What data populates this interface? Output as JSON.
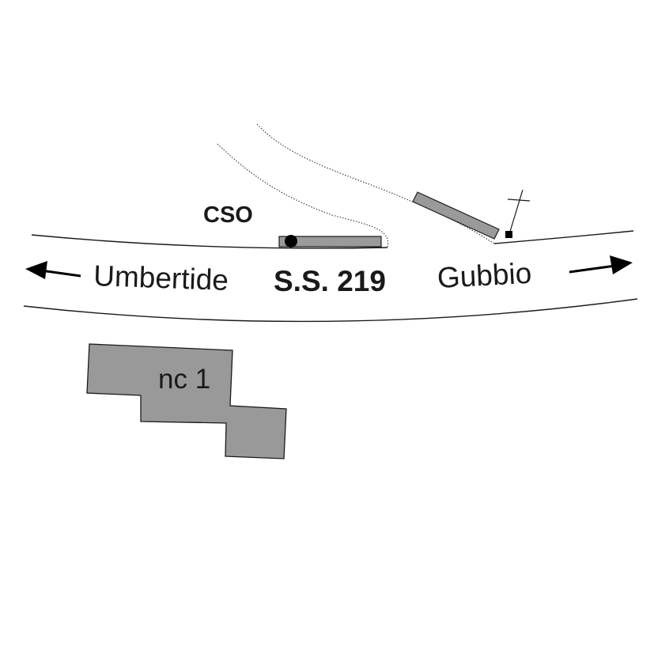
{
  "labels": {
    "cso": "CSO",
    "umbertide": "Umbertide",
    "road": "S.S. 219",
    "gubbio": "Gubbio",
    "building": "nc 1"
  },
  "colors": {
    "background": "#ffffff",
    "line": "#1a1a1a",
    "feature_fill": "#9a9a9a",
    "building_fill": "#999999"
  },
  "icons": {
    "west_arrow": "arrow-left-icon",
    "east_arrow": "arrow-right-icon",
    "cso_point": "filled-circle-icon",
    "survey_mark": "cross-icon"
  }
}
